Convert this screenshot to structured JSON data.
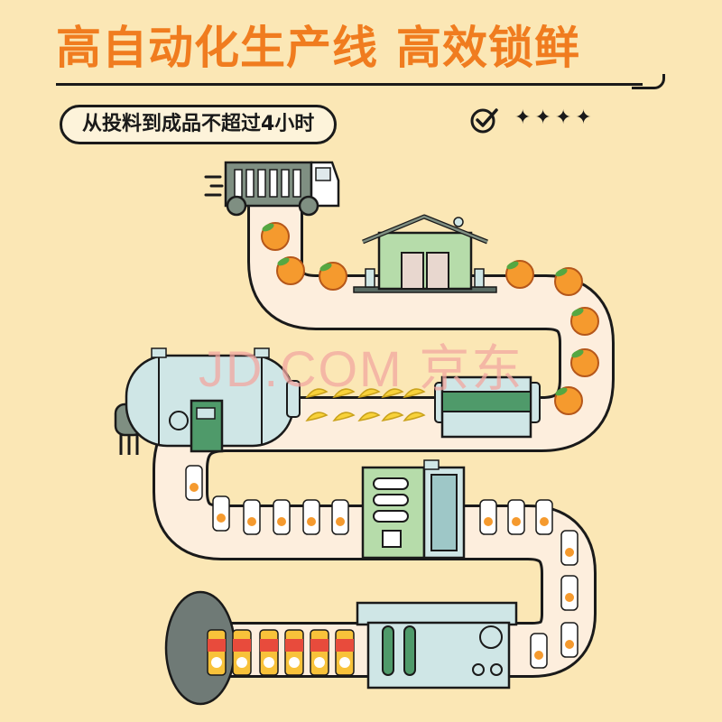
{
  "headline": {
    "part1": "高自动化生产线",
    "part2": "高效锁鲜"
  },
  "subtitle": "从投料到成品不超过4小时",
  "rating": {
    "stars": "✦✦✦✦",
    "icon": "check-circle-icon"
  },
  "watermark": "JD.COM 京东",
  "colors": {
    "background": "#fbe7b5",
    "headline": "#f07c1f",
    "belt": "#fdeedd",
    "outline": "#1a1a1a",
    "machine_green": "#b6dcaa",
    "machine_blue": "#cfe6e6",
    "orange": "#f59a2e",
    "banana": "#f8d23a"
  }
}
